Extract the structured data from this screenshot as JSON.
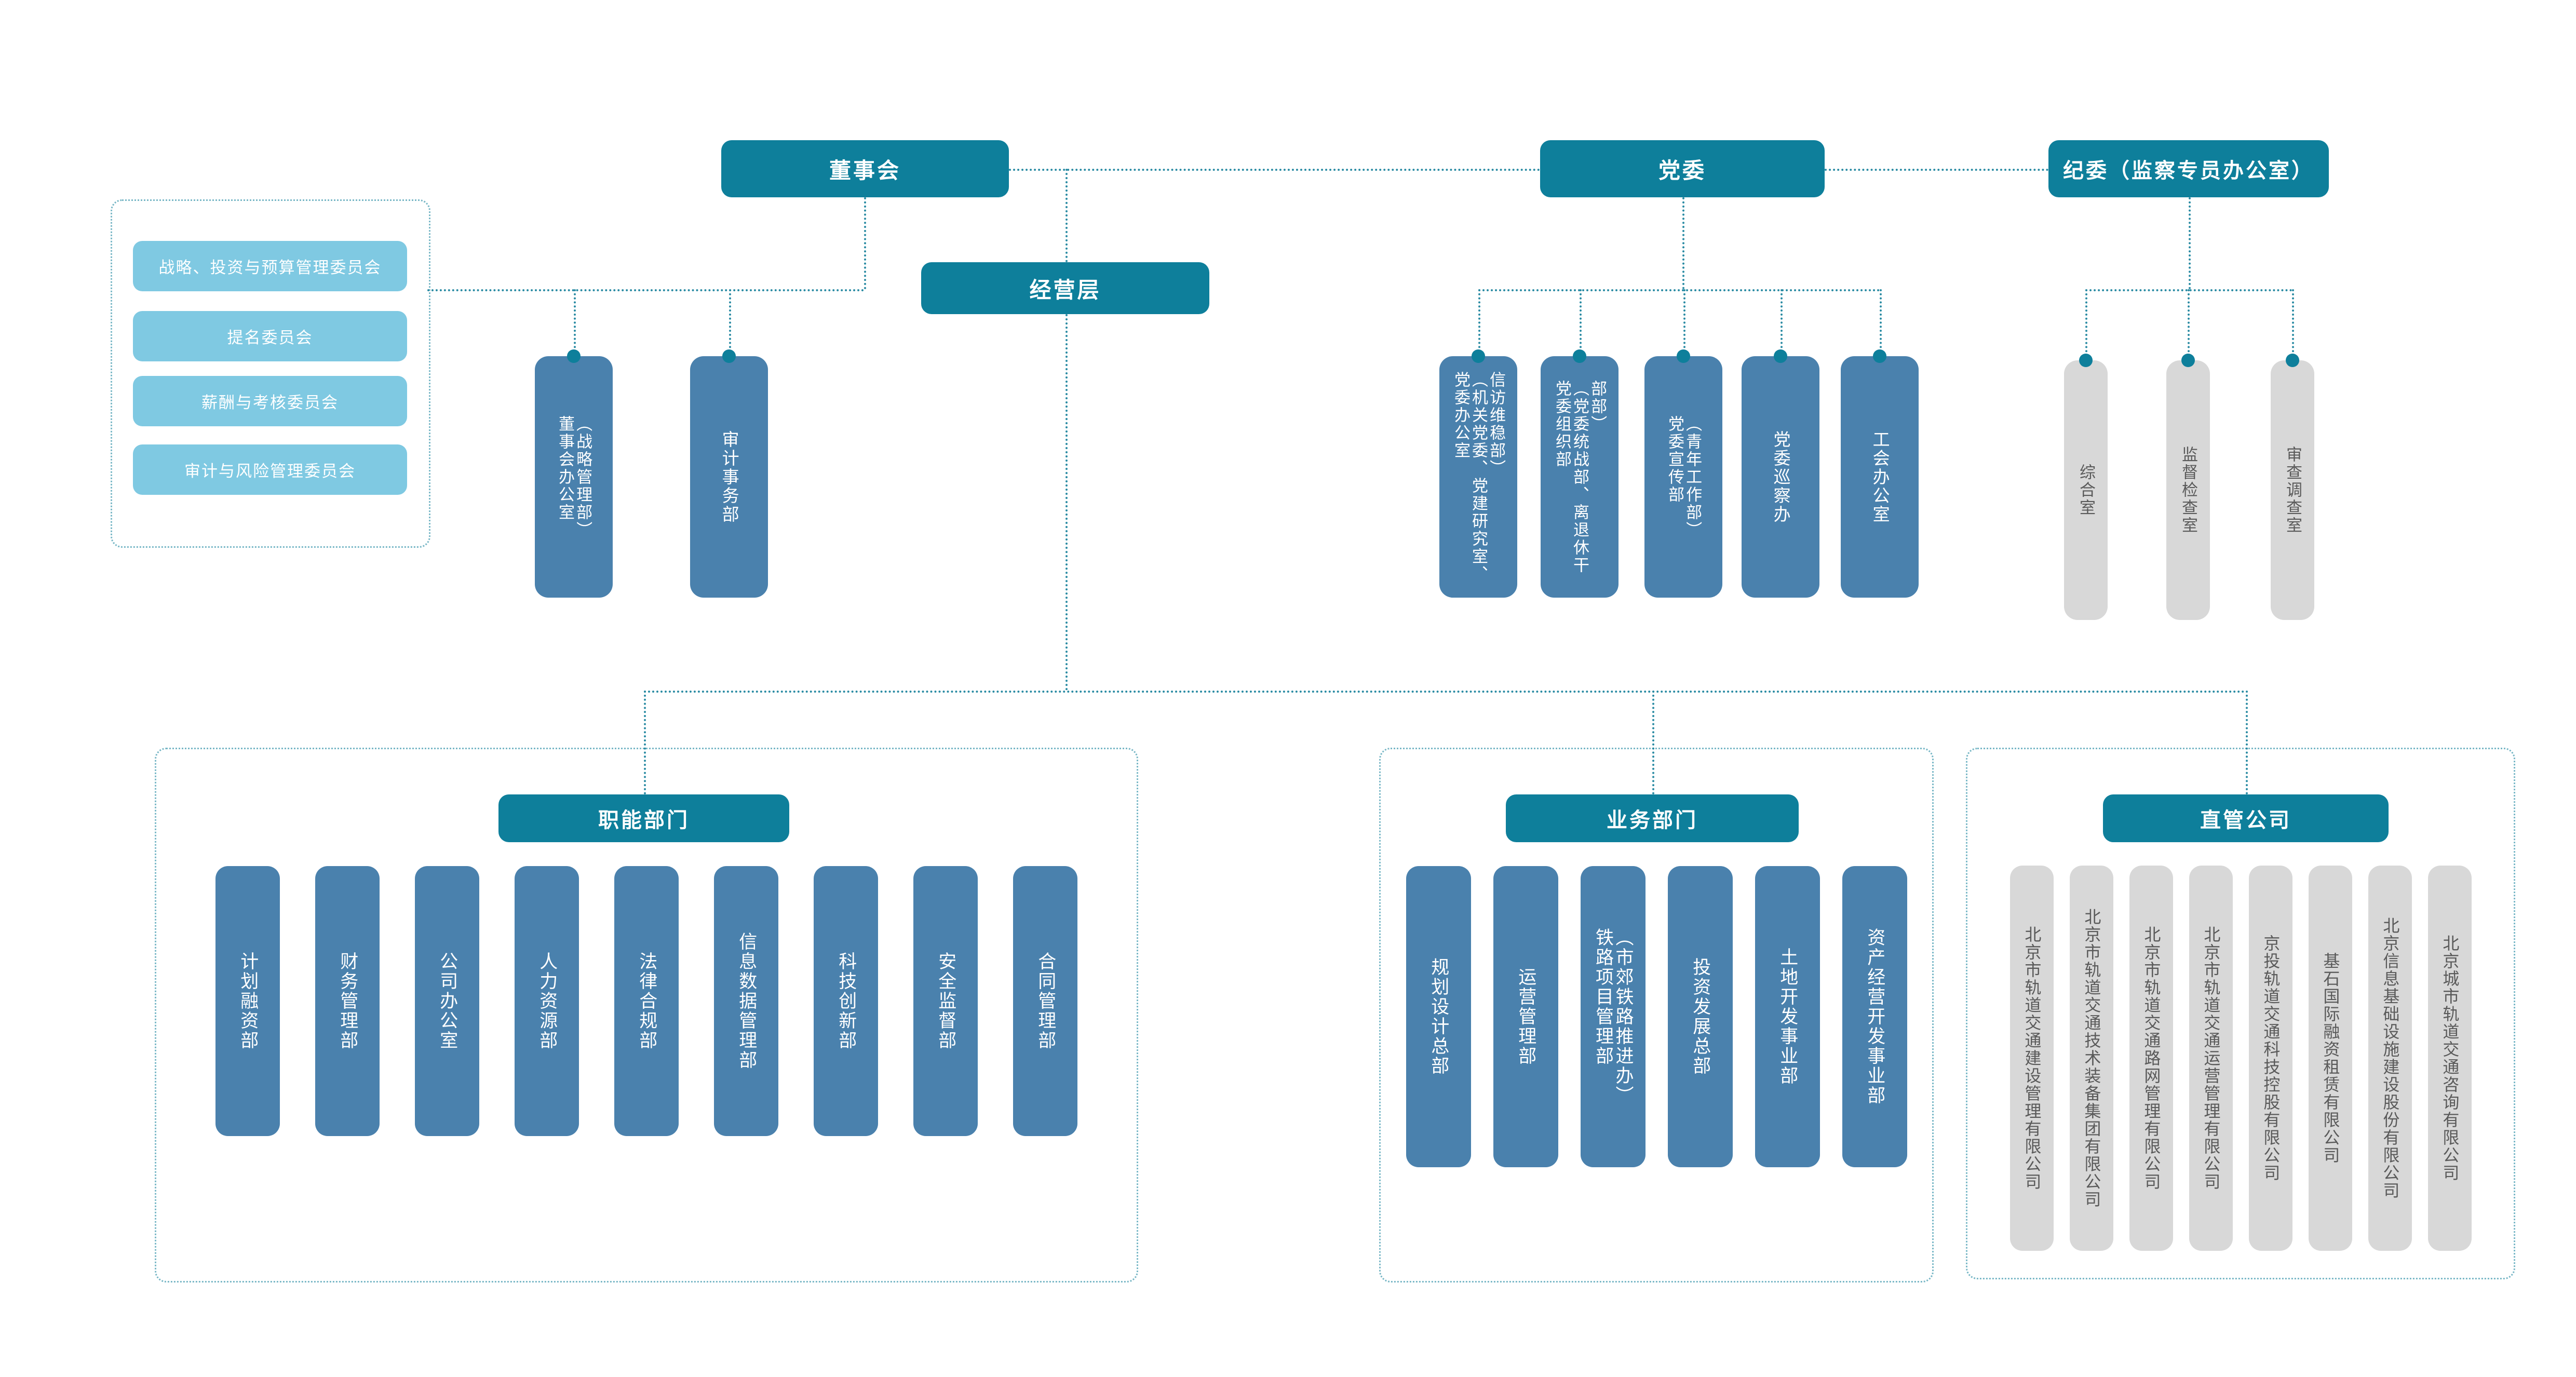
{
  "top": {
    "board": "董事会",
    "party": "党委",
    "discipline": "纪委（监察专员办公室）",
    "management": "经营层"
  },
  "committees": [
    "战略、投资与预算管理委员会",
    "提名委员会",
    "薪酬与考核委员会",
    "审计与风险管理委员会"
  ],
  "board_offices": [
    "董事会办公室\n（战略管理部）",
    "审计事务部"
  ],
  "party_offices": [
    "党委办公室\n（机关党委、党建研究室、\n信访维稳部）",
    "党委组织部\n（党委统战部、离退休干\n部部）",
    "党委宣传部\n（青年工作部）",
    "党委巡察办",
    "工会办公室"
  ],
  "discipline_offices": [
    "综合室",
    "监督检查室",
    "审查调查室"
  ],
  "functional": {
    "title": "职能部门",
    "items": [
      "计划融资部",
      "财务管理部",
      "公司办公室",
      "人力资源部",
      "法律合规部",
      "信息数据管理部",
      "科技创新部",
      "安全监督部",
      "合同管理部"
    ]
  },
  "business": {
    "title": "业务部门",
    "items": [
      "规划设计总部",
      "运营管理部",
      "铁路项目管理部\n（市郊铁路推进办）",
      "投资发展总部",
      "土地开发事业部",
      "资产经营开发事业部"
    ]
  },
  "companies": {
    "title": "直管公司",
    "items": [
      "北京市轨道交通建设管理有限公司",
      "北京市轨道交通技术装备集团有限公司",
      "北京市轨道交通路网管理有限公司",
      "北京市轨道交通运营管理有限公司",
      "京投轨道交通科技控股有限公司",
      "基石国际融资租赁有限公司",
      "北京信息基础设施建设股份有限公司",
      "北京城市轨道交通咨询有限公司"
    ]
  },
  "colors": {
    "teal": "#0e7f9b",
    "light_blue": "#7fc9e2",
    "steel_blue": "#4a81ad",
    "gray_box": "#d8d8d8",
    "gray_text": "#5a5a5a",
    "connector": "#2a8ba3"
  }
}
